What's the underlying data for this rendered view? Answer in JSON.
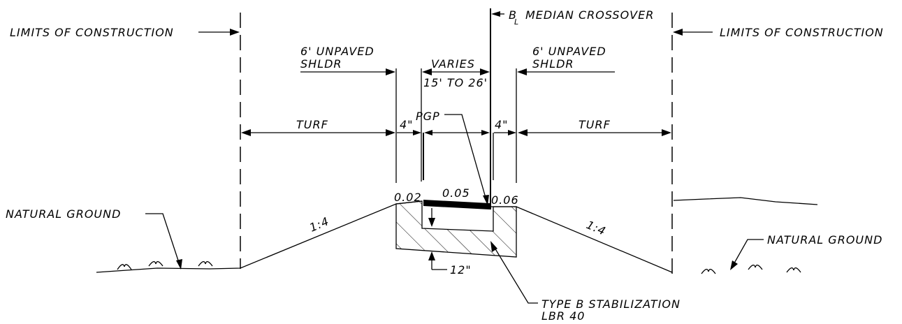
{
  "labels": {
    "loc_left": "LIMITS OF CONSTRUCTION",
    "loc_right": "LIMITS OF CONSTRUCTION",
    "cl_glyph_b": "B",
    "cl_glyph_l": "L",
    "median_crossover": "MEDIAN CROSSOVER",
    "shoulder_left_1": "6' UNPAVED",
    "shoulder_left_2": "SHLDR",
    "shoulder_right_1": "6' UNPAVED",
    "shoulder_right_2": "SHLDR",
    "varies": "VARIES",
    "varies_range": "15' TO 26'",
    "turf_left": "TURF",
    "turf_right": "TURF",
    "dim_4in_left": "4\"",
    "dim_4in_right": "4\"",
    "pgp": "PGP",
    "slope_left_val": "0.02",
    "slope_mid_val": "0.05",
    "slope_right_val": "0.06",
    "side_slope_left": "1:4",
    "side_slope_right": "1:4",
    "natural_ground_left": "NATURAL GROUND",
    "natural_ground_right": "NATURAL GROUND",
    "depth_12in": "12\"",
    "stabilization_1": "TYPE B STABILIZATION",
    "stabilization_2": "LBR 40"
  },
  "colors": {
    "ink": "#000000",
    "paper": "#ffffff"
  }
}
